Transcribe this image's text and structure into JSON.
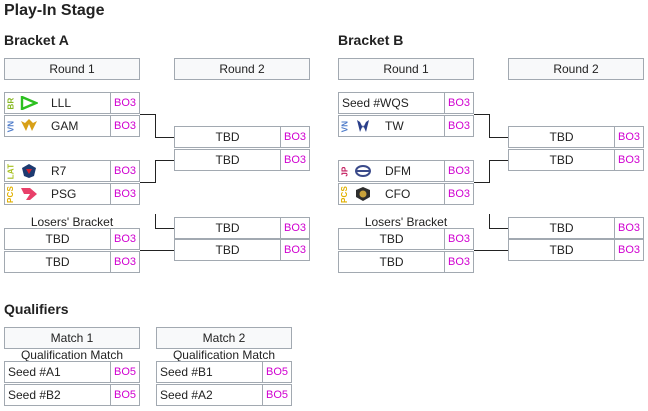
{
  "page_title": "Play-In Stage",
  "colors": {
    "bo": "#d000d0",
    "br": "#86b821",
    "vn": "#4a78c8",
    "lat": "#a7c020",
    "pcs": "#e0b000",
    "jp": "#c2185b",
    "border": "#a2a9b1",
    "header_bg": "#f8f9fa"
  },
  "bracket_a": {
    "title": "Bracket A",
    "round1_label": "Round 1",
    "round2_label": "Round 2",
    "losers_label": "Losers' Bracket",
    "r1": [
      {
        "region": "BR",
        "logo": "lll-logo",
        "team": "LLL",
        "bo": "BO3"
      },
      {
        "region": "VN",
        "logo": "gam-logo",
        "team": "GAM",
        "bo": "BO3"
      },
      {
        "region": "LAT",
        "logo": "r7-logo",
        "team": "R7",
        "bo": "BO3"
      },
      {
        "region": "PCS",
        "logo": "psg-logo",
        "team": "PSG",
        "bo": "BO3"
      }
    ],
    "r2": [
      {
        "team": "TBD",
        "bo": "BO3"
      },
      {
        "team": "TBD",
        "bo": "BO3"
      }
    ],
    "losers_r1": [
      {
        "team": "TBD",
        "bo": "BO3"
      },
      {
        "team": "TBD",
        "bo": "BO3"
      }
    ],
    "losers_r2": [
      {
        "team": "TBD",
        "bo": "BO3"
      },
      {
        "team": "TBD",
        "bo": "BO3"
      }
    ]
  },
  "bracket_b": {
    "title": "Bracket B",
    "round1_label": "Round 1",
    "round2_label": "Round 2",
    "losers_label": "Losers' Bracket",
    "r1": [
      {
        "region": "",
        "logo": "",
        "team": "Seed #WQS",
        "bo": "BO3"
      },
      {
        "region": "VN",
        "logo": "tw-logo",
        "team": "TW",
        "bo": "BO3"
      },
      {
        "region": "JP",
        "logo": "dfm-logo",
        "team": "DFM",
        "bo": "BO3"
      },
      {
        "region": "PCS",
        "logo": "cfo-logo",
        "team": "CFO",
        "bo": "BO3"
      }
    ],
    "r2": [
      {
        "team": "TBD",
        "bo": "BO3"
      },
      {
        "team": "TBD",
        "bo": "BO3"
      }
    ],
    "losers_r1": [
      {
        "team": "TBD",
        "bo": "BO3"
      },
      {
        "team": "TBD",
        "bo": "BO3"
      }
    ],
    "losers_r2": [
      {
        "team": "TBD",
        "bo": "BO3"
      },
      {
        "team": "TBD",
        "bo": "BO3"
      }
    ]
  },
  "qualifiers": {
    "title": "Qualifiers",
    "matches": [
      {
        "label": "Match 1",
        "caption": "Qualification Match",
        "teams": [
          {
            "team": "Seed #A1",
            "bo": "BO5"
          },
          {
            "team": "Seed #B2",
            "bo": "BO5"
          }
        ]
      },
      {
        "label": "Match 2",
        "caption": "Qualification Match",
        "teams": [
          {
            "team": "Seed #B1",
            "bo": "BO5"
          },
          {
            "team": "Seed #A2",
            "bo": "BO5"
          }
        ]
      }
    ]
  }
}
